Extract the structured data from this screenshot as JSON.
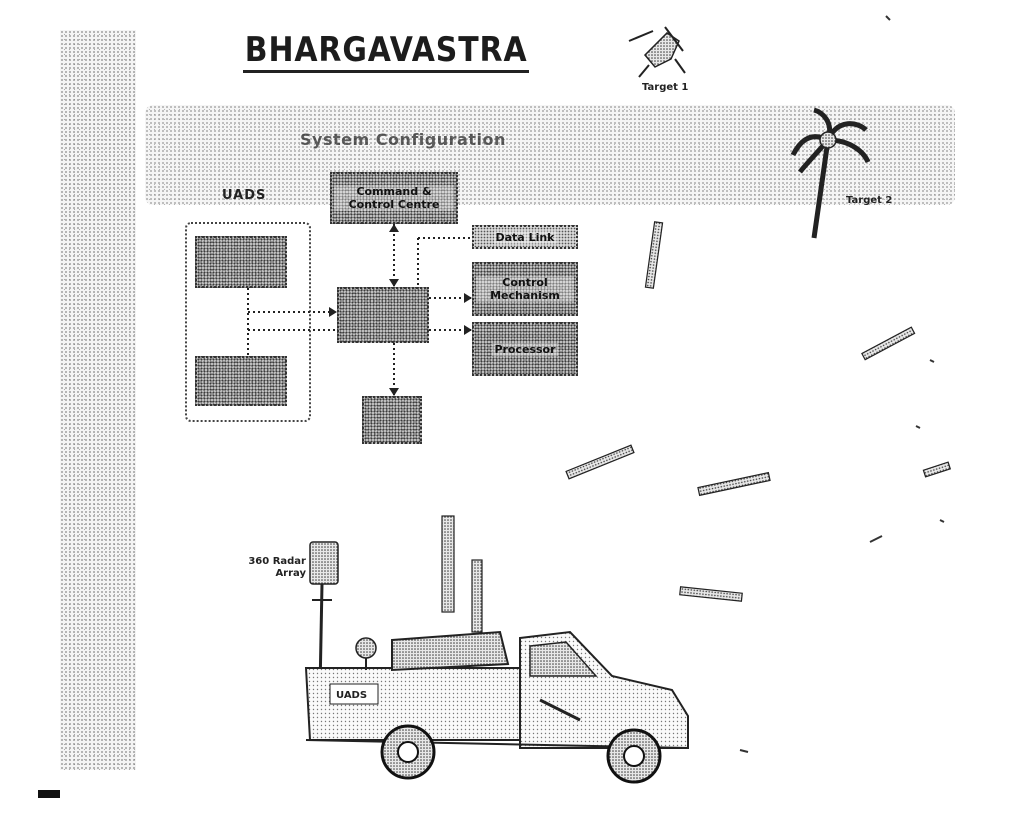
{
  "title": "BHARGAVASTRA",
  "diagram": {
    "subtitle": "System Configuration",
    "group_label": "UADS",
    "boxes": {
      "command_control": "Command & Control Centre",
      "data_link": "Data Link",
      "control": "Control Mechanism",
      "processor": "Processor",
      "center": "",
      "radar": "",
      "sensor": "",
      "lower": ""
    }
  },
  "scene": {
    "target1": "Target 1",
    "target2": "Target 2",
    "radar_mount": "360 Radar Array",
    "truck_label": "",
    "truck_text": "UADS",
    "corner": ""
  },
  "colors": {
    "ink": "#1c1c1c",
    "dither_light": "#f4f4f4",
    "dither_dark": "#bdbdbd",
    "background": "#ffffff"
  }
}
